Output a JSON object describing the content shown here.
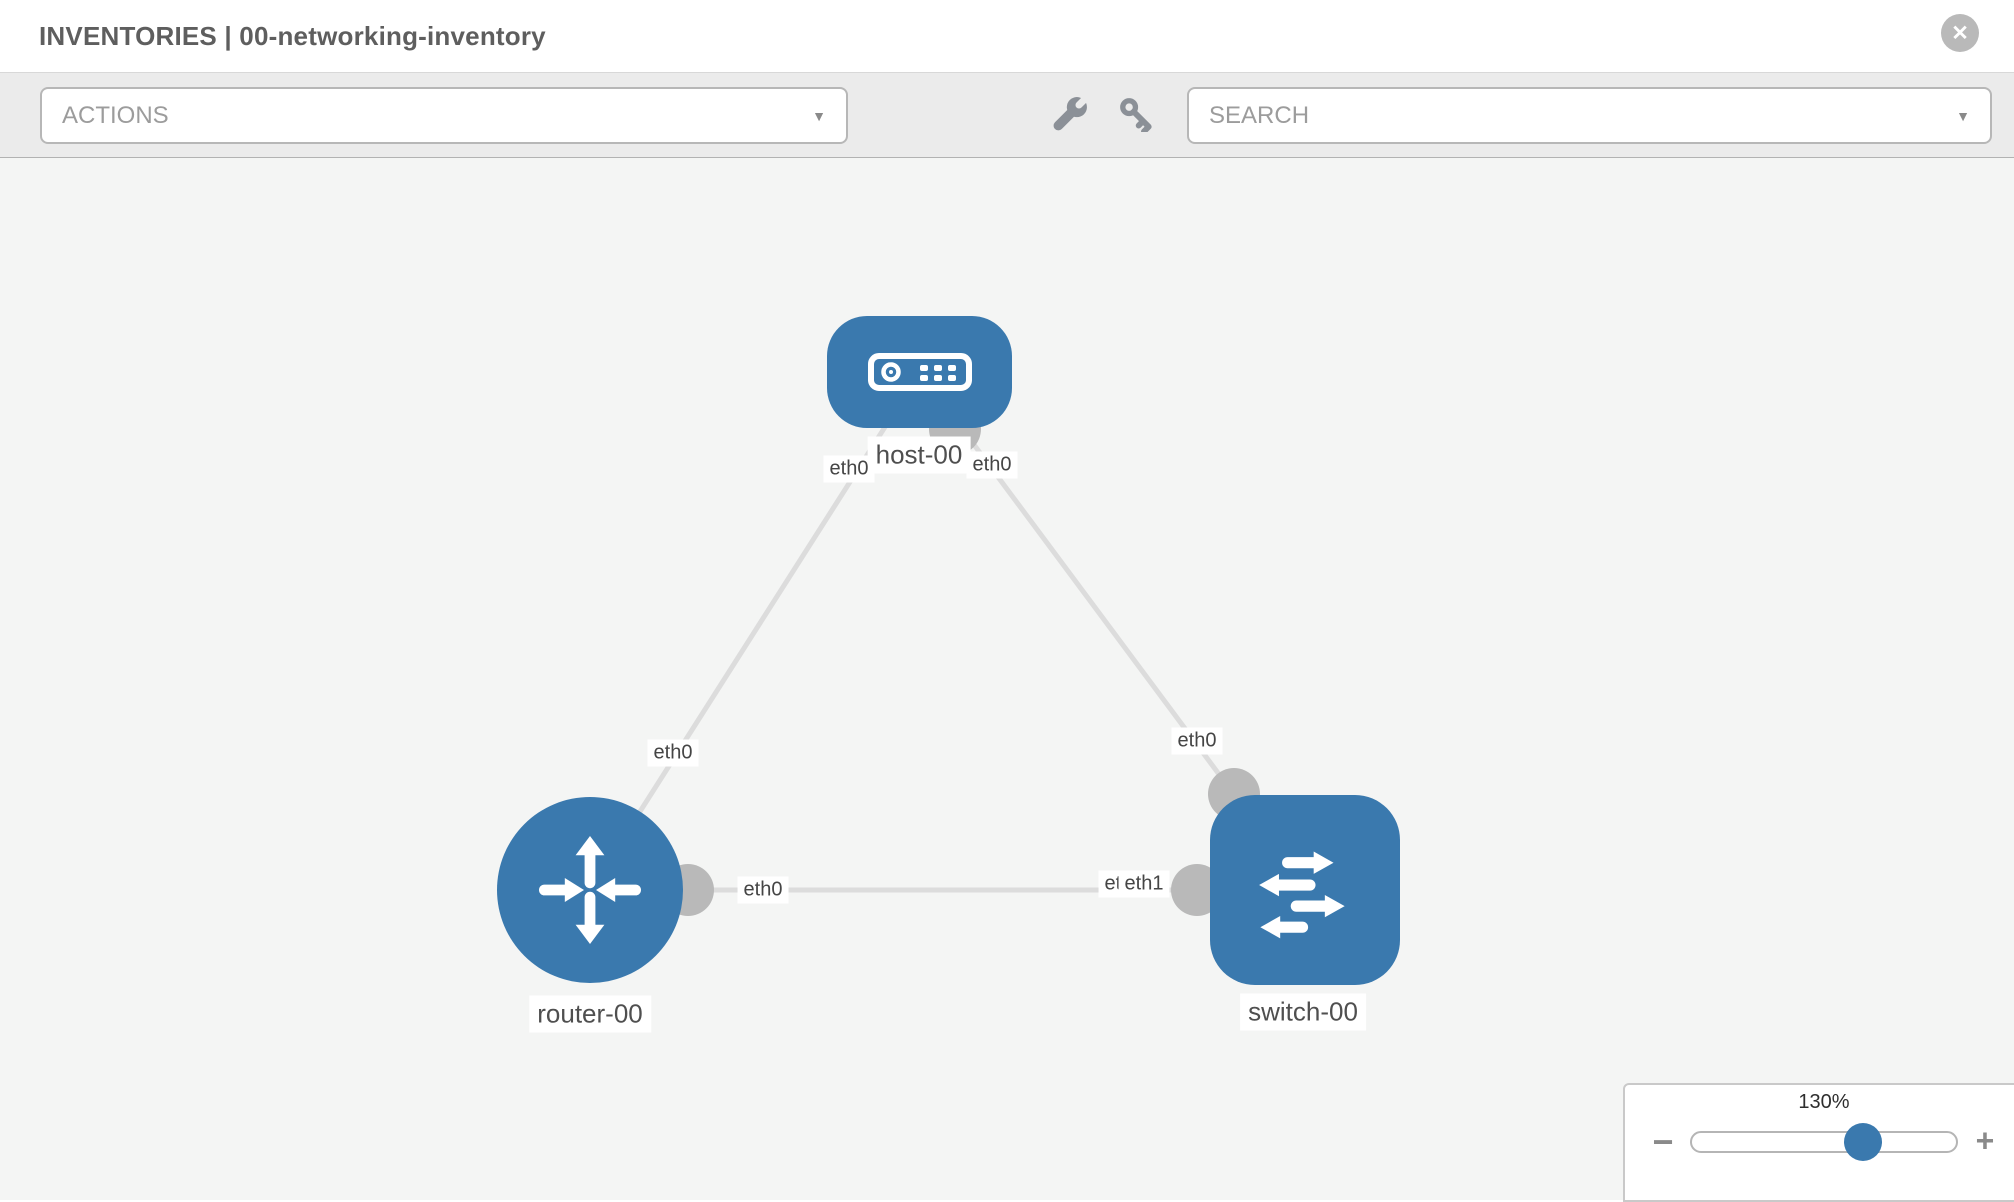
{
  "header": {
    "title": "INVENTORIES | 00-networking-inventory"
  },
  "toolbar": {
    "actions_label": "ACTIONS",
    "search_label": "SEARCH"
  },
  "icons": {
    "close_glyph": "✕",
    "caret_glyph": "▼",
    "minus_glyph": "−",
    "plus_glyph": "+",
    "toolbar_icons": [
      "wrench-icon",
      "key-icon"
    ]
  },
  "nodes": [
    {
      "name": "host-00",
      "type": "host",
      "icon": "server-icon"
    },
    {
      "name": "router-00",
      "type": "router",
      "icon": "router-arrows-icon"
    },
    {
      "name": "switch-00",
      "type": "switch",
      "icon": "switch-arrows-icon"
    }
  ],
  "links": [
    {
      "from": "host-00",
      "to": "router-00",
      "from_interface": "eth0",
      "to_interface": "eth0"
    },
    {
      "from": "host-00",
      "to": "switch-00",
      "from_interface": "eth0",
      "to_interface": "eth0"
    },
    {
      "from": "router-00",
      "to": "switch-00",
      "from_interface": "eth0",
      "to_interface": "eth1",
      "to_interface_overlap_back": "eth0"
    }
  ],
  "zoom_control": {
    "value": "130%",
    "percent": 64.6
  },
  "colors": {
    "node_blue": "#3a79ae",
    "link_gray": "#dcdcdc",
    "connector_gray": "#b9b9b9",
    "canvas_bg": "#f4f5f4",
    "toolbar_bg": "#ebebeb",
    "chip_bg": "#ffffff",
    "title_text": "#5e5e5e"
  }
}
